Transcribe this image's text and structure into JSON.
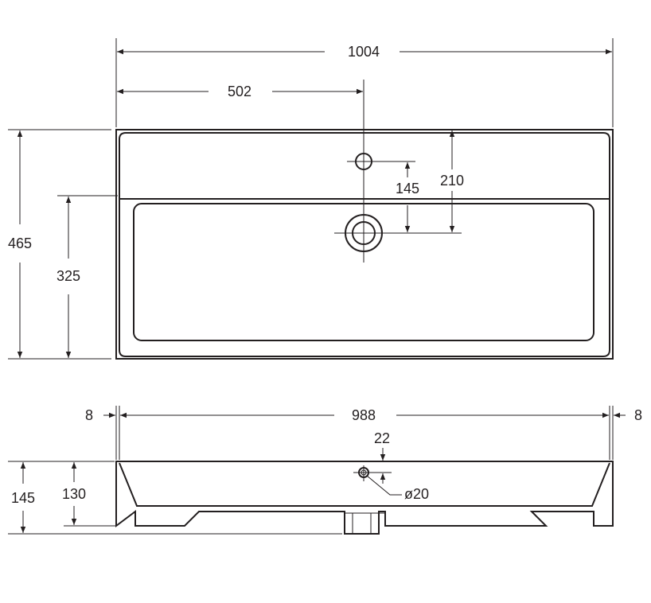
{
  "top_view": {
    "overall_width": "1004",
    "center_offset": "502",
    "overall_depth": "465",
    "bowl_depth": "325",
    "faucet_to_drain": "145",
    "edge_to_drain": "210"
  },
  "side_view": {
    "left_wall": "8",
    "inner_width": "988",
    "right_wall": "8",
    "overflow_offset": "22",
    "overflow_diameter": "ø20",
    "overall_height": "145",
    "inner_height": "130"
  },
  "colors": {
    "line": "#231f20",
    "background": "#ffffff"
  }
}
